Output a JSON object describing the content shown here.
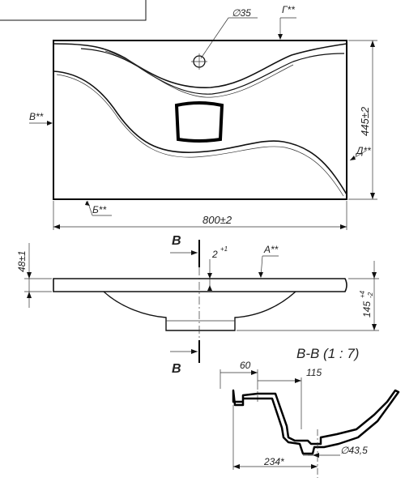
{
  "drawing": {
    "top_view": {
      "hole_diameter": "∅35",
      "width": "800±2",
      "depth": "445±2",
      "callouts": {
        "g": "Г**",
        "v": "В**",
        "d": "Д**",
        "b": "Б**"
      }
    },
    "side_view": {
      "section_mark": "B",
      "offset": "2",
      "offset_tol": "+1",
      "callout_a": "А**",
      "thickness": "48±1",
      "height": "145",
      "height_tol_upper": "+4",
      "height_tol_lower": "-2"
    },
    "section": {
      "title": "B-B (1 : 7)",
      "dim_60": "60",
      "dim_115": "115",
      "dim_234": "234*",
      "drain_diameter": "∅43,5"
    }
  }
}
